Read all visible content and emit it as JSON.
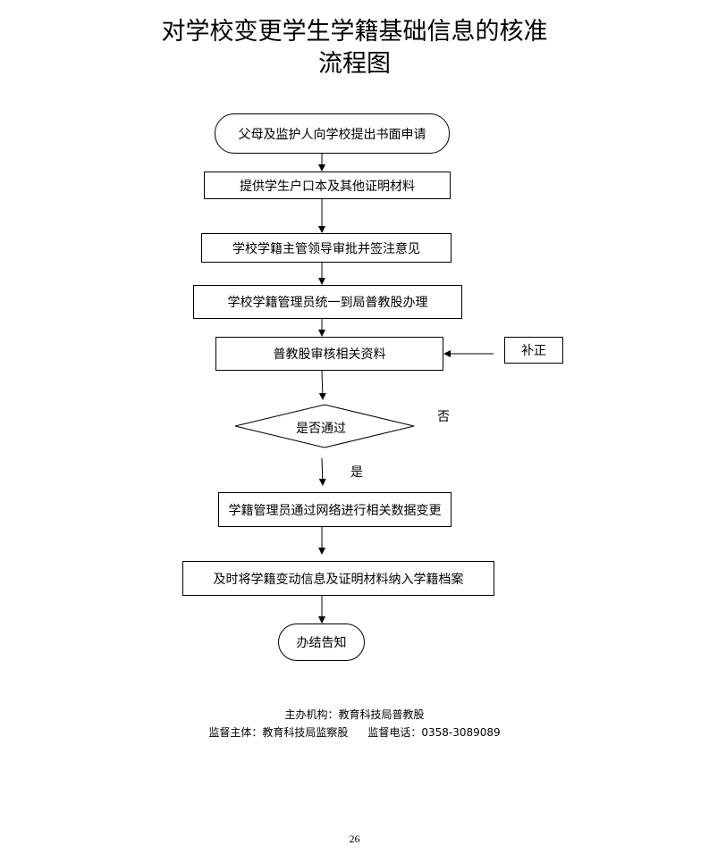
{
  "title": {
    "line1": "对学校变更学生学籍基础信息的核准",
    "line2": "流程图"
  },
  "flowchart": {
    "nodes": {
      "start": "父母及监护人向学校提出书面申请",
      "provide_materials": "提供学生户口本及其他证明材料",
      "leader_approval": "学校学籍主管领导审批并签注意见",
      "submit_to_bureau": "学校学籍管理员统一到局普教股办理",
      "review": "普教股审核相关资料",
      "supplement": "补正",
      "decision": "是否通过",
      "online_change": "学籍管理员通过网络进行相关数据变更",
      "archive": "及时将学籍变动信息及证明材料纳入学籍档案",
      "end": "办结告知"
    },
    "edge_labels": {
      "no": "否",
      "yes": "是"
    }
  },
  "footer": {
    "organizer": "主办机构：教育科技局普教股",
    "supervisor": "监督主体：教育科技局监察股",
    "phone": "监督电话：0358-3089089"
  },
  "page_number": "26"
}
